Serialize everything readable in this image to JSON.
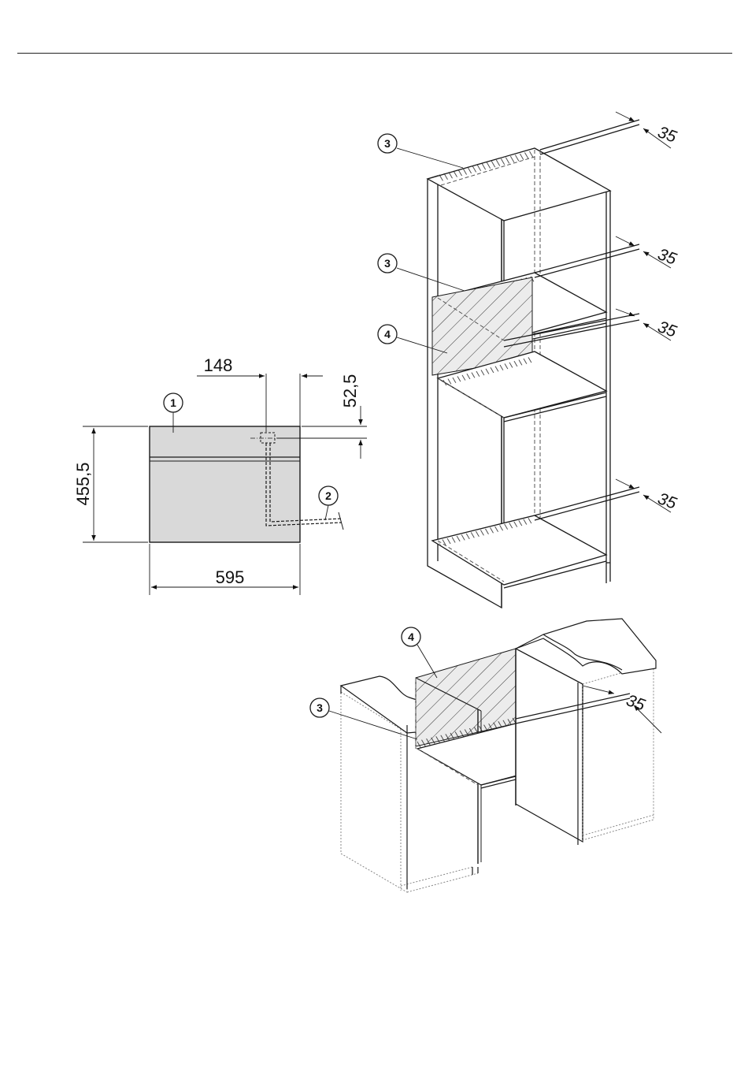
{
  "front_view": {
    "width_dim": "595",
    "height_dim": "455,5",
    "horizontal_offset_dim": "148",
    "vertical_offset_dim": "52,5",
    "callout_appliance": "1",
    "callout_cable": "2"
  },
  "tall_unit": {
    "callout_top_vent": "3",
    "callout_mid_vent": "3",
    "callout_panel": "4",
    "gap_1": "35",
    "gap_2": "35",
    "gap_3": "35",
    "gap_4": "35"
  },
  "base_unit": {
    "callout_panel": "4",
    "callout_vent": "3",
    "gap": "35"
  },
  "colors": {
    "line": "#1a1a1a",
    "appliance_fill": "#d9d9d9",
    "panel_fill": "#ececec",
    "hidden_line": "#888888"
  }
}
